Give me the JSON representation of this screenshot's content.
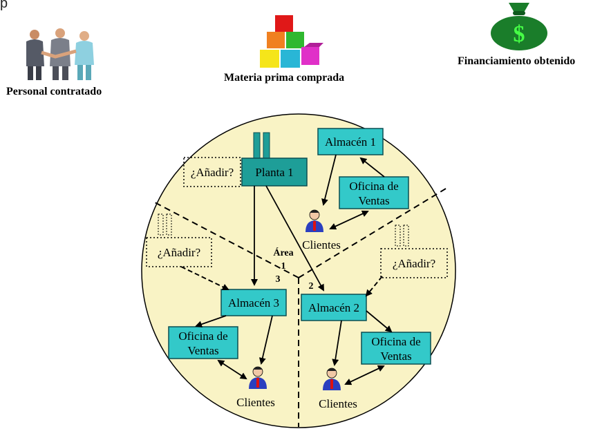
{
  "header": {
    "corner_fragment": "p"
  },
  "resources": {
    "personal": "Personal  contratado",
    "materia": "Materia prima comprada",
    "financiamiento": "Financiamiento obtenido",
    "money_symbol": "$"
  },
  "diagram": {
    "planta": "Planta 1",
    "almacen1": "Almacén 1",
    "almacen2": "Almacén 2",
    "almacen3": "Almacén 3",
    "oficina_line1": "Oficina de",
    "oficina_line2": "Ventas",
    "clientes": "Clientes",
    "anadir": "¿Añadir?",
    "area_label": "Área",
    "area_1": "1",
    "area_2": "2",
    "area_3": "3"
  },
  "colors": {
    "circle_fill": "#f9f3c5",
    "box_fill": "#33c9c9",
    "planta_fill": "#1e9e98",
    "box_border": "#0b4e52"
  }
}
